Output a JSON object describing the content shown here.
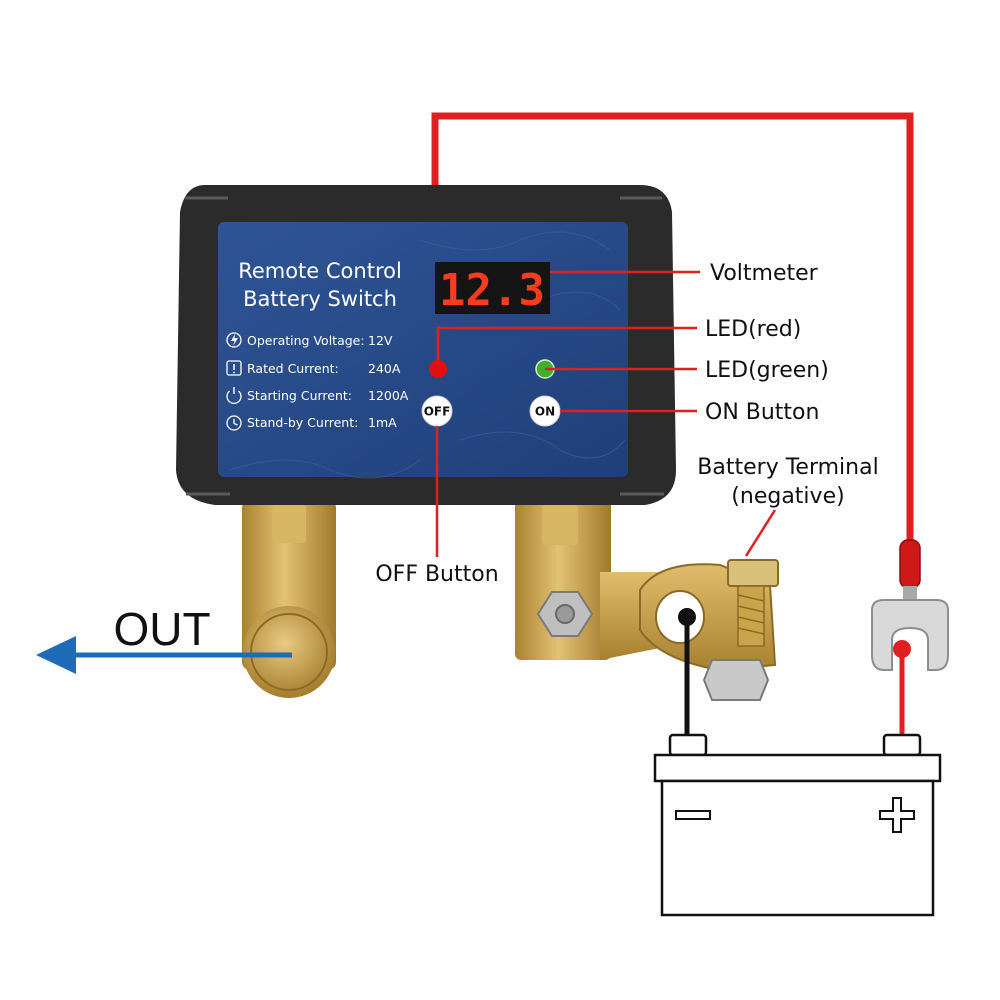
{
  "device": {
    "title_line1": "Remote  Control",
    "title_line2": "Battery Switch",
    "display_value": "12.3",
    "specs": [
      {
        "label": "Operating Voltage:",
        "value": "12V",
        "icon": "lightning-icon"
      },
      {
        "label": "Rated Current:",
        "value": "240A",
        "icon": "exclamation-icon"
      },
      {
        "label": "Starting Current:",
        "value": "1200A",
        "icon": "power-icon"
      },
      {
        "label": "Stand-by Current:",
        "value": "1mA",
        "icon": "clock-icon"
      }
    ],
    "off_button_label": "OFF",
    "on_button_label": "ON"
  },
  "callouts": {
    "voltmeter": "Voltmeter",
    "led_red": "LED(red)",
    "led_green": "LED(green)",
    "on_button": "ON Button",
    "off_button": "OFF Button",
    "battery_terminal_line1": "Battery Terminal",
    "battery_terminal_line2": "(negative)"
  },
  "out_label": "OUT",
  "battery": {
    "negative_symbol": "minus-icon",
    "positive_symbol": "plus-icon"
  },
  "colors": {
    "wire_red": "#e02020",
    "wire_black": "#111111",
    "panel_blue": "#2a4d8c",
    "housing": "#2b2b2b",
    "brass": "#c9a44a",
    "arrow_blue": "#1f6bb8",
    "led_red": "#e01010",
    "led_green": "#3fae2a"
  }
}
